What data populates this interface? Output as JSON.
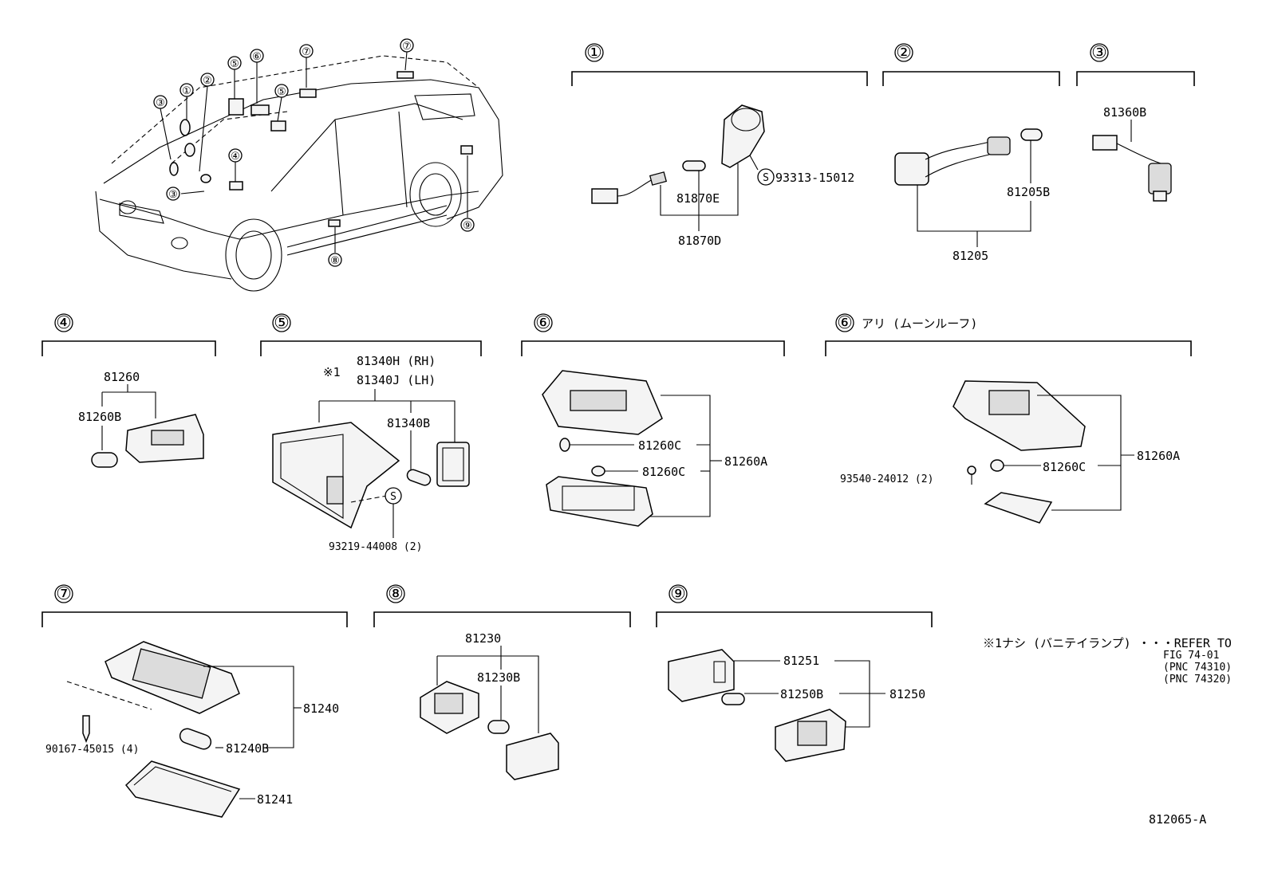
{
  "diagram": {
    "figure_id": "812065-A",
    "overview": {
      "callouts": [
        "①",
        "②",
        "③",
        "③",
        "④",
        "⑤",
        "⑤",
        "⑥",
        "⑦",
        "⑦",
        "⑧",
        "⑨"
      ]
    },
    "sections": {
      "s1": {
        "marker": "①",
        "parts": {
          "bulb": "81870E",
          "assembly": "81870D",
          "screw": "93313-15012",
          "screw_mark": "S"
        }
      },
      "s2": {
        "marker": "②",
        "parts": {
          "bulb": "81205B",
          "assembly": "81205"
        }
      },
      "s3": {
        "marker": "③",
        "parts": {
          "switch": "81360B"
        }
      },
      "s4": {
        "marker": "④",
        "parts": {
          "assembly": "81260",
          "bulb": "81260B"
        }
      },
      "s5": {
        "marker": "⑤",
        "note_mark": "※1",
        "parts": {
          "rh": "81340H (RH)",
          "lh": "81340J (LH)",
          "bulb": "81340B",
          "screw": "93219-44008 (2)",
          "screw_mark": "S"
        }
      },
      "s6": {
        "marker": "⑥",
        "parts": {
          "bulb_top": "81260C",
          "bulb_bottom": "81260C",
          "assembly": "81260A"
        }
      },
      "s6b": {
        "marker": "⑥",
        "caption": "アリ (ムーンルーフ)",
        "parts": {
          "screw": "93540-24012 (2)",
          "bulb": "81260C",
          "assembly": "81260A"
        }
      },
      "s7": {
        "marker": "⑦",
        "parts": {
          "assembly": "81240",
          "screw": "90167-45015 (4)",
          "bulb": "81240B",
          "lens": "81241"
        }
      },
      "s8": {
        "marker": "⑧",
        "parts": {
          "assembly": "81230",
          "bulb": "81230B"
        }
      },
      "s9": {
        "marker": "⑨",
        "parts": {
          "lens": "81251",
          "bulb": "81250B",
          "assembly": "81250"
        }
      }
    },
    "note": {
      "text": "※1ナシ (バニテイランプ) ・・・REFER TO",
      "lines": [
        "FIG 74-01",
        "(PNC 74310)",
        "(PNC 74320)"
      ]
    }
  }
}
